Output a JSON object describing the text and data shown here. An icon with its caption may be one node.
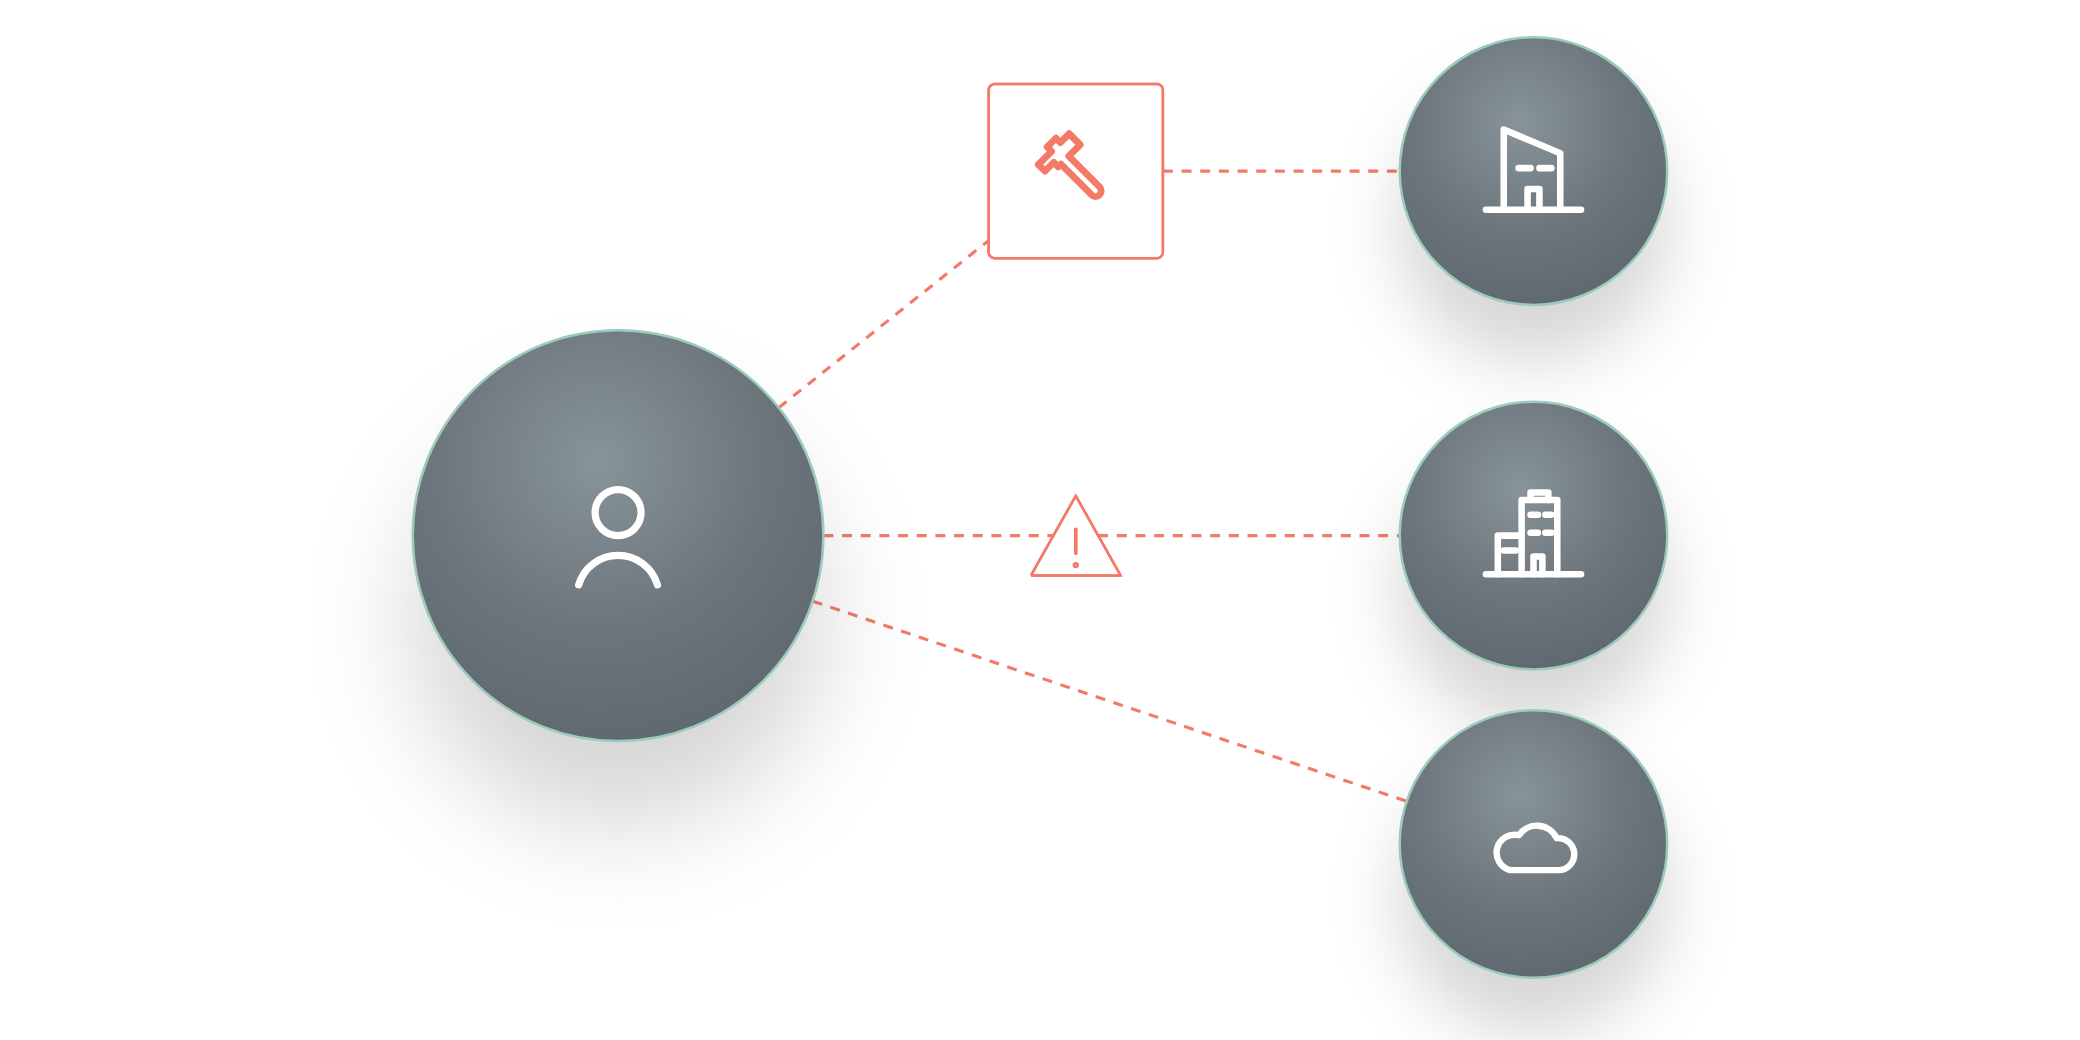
{
  "diagram": {
    "nodes": [
      {
        "text": [],
        "shape": "circle"
      },
      {
        "text": [],
        "shape": "box"
      },
      {
        "text": [],
        "shape": "circle"
      },
      {
        "text": [],
        "shape": "triangle"
      },
      {
        "text": [],
        "shape": "circle"
      },
      {
        "text": [],
        "shape": "circle"
      }
    ],
    "edges": [
      {
        "from": 0,
        "to": 1,
        "arrow": "none",
        "style": "dashed"
      },
      {
        "from": 1,
        "to": 2,
        "arrow": "none",
        "style": "dashed"
      },
      {
        "from": 0,
        "to": 3,
        "arrow": "none",
        "style": "dashed"
      },
      {
        "from": 3,
        "to": 4,
        "arrow": "none",
        "style": "dashed"
      },
      {
        "from": 0,
        "to": 5,
        "arrow": "none",
        "style": "dashed"
      }
    ]
  }
}
